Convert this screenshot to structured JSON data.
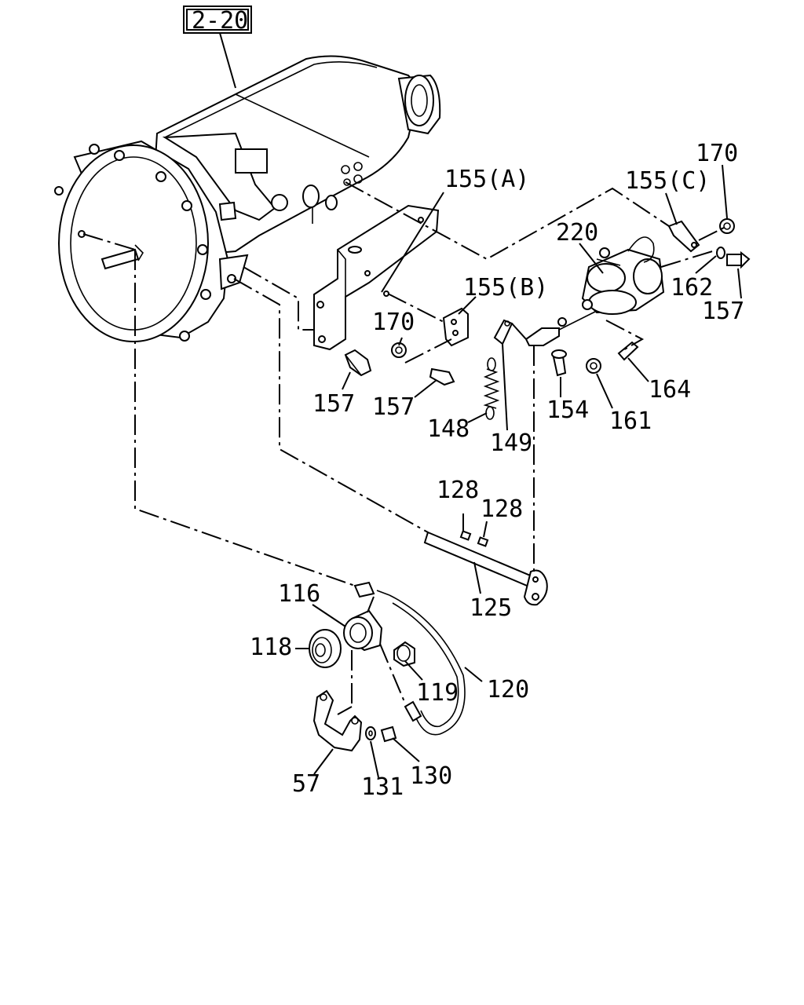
{
  "reference": "2-20",
  "labels": {
    "p155a": "155(A)",
    "p155b": "155(B)",
    "p155c": "155(C)",
    "p170a": "170",
    "p170b": "170",
    "p220": "220",
    "p162": "162",
    "p157a": "157",
    "p157b": "157",
    "p157c": "157",
    "p148": "148",
    "p149": "149",
    "p154": "154",
    "p161": "161",
    "p164": "164",
    "p128a": "128",
    "p128b": "128",
    "p125": "125",
    "p116": "116",
    "p118": "118",
    "p119": "119",
    "p120": "120",
    "p57": "57",
    "p131": "131",
    "p130": "130"
  }
}
